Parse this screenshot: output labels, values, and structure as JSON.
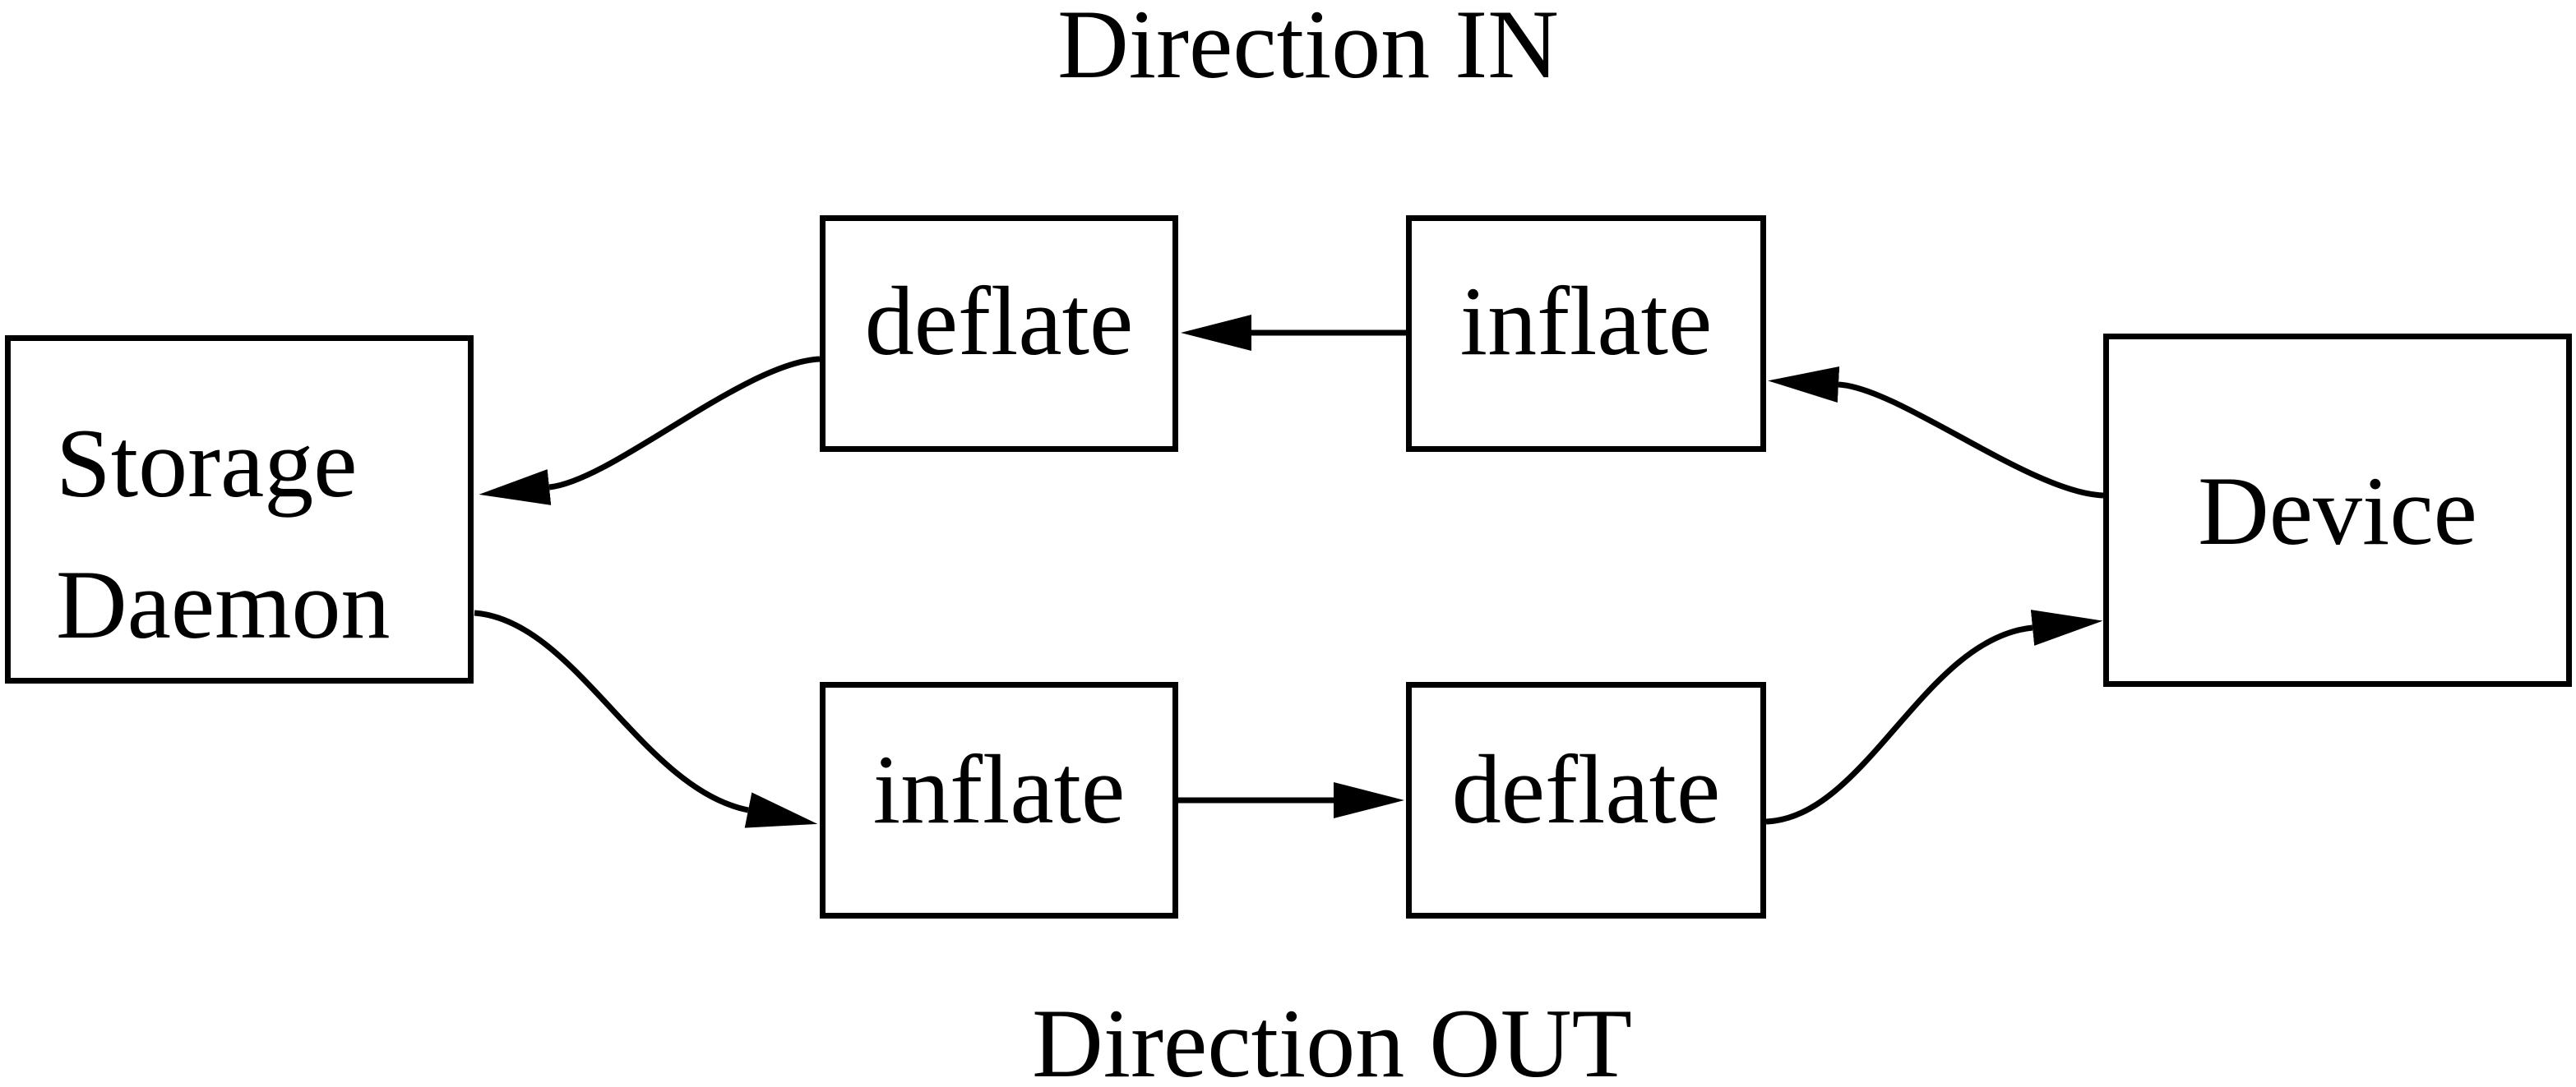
{
  "diagram": {
    "background_color": "#ffffff",
    "line_color": "#000000",
    "titles": {
      "top": "Direction IN",
      "bottom": "Direction OUT"
    },
    "nodes": {
      "storage_daemon": {
        "label_line1": "Storage",
        "label_line2": "Daemon"
      },
      "deflate_in": {
        "label": "deflate"
      },
      "inflate_in": {
        "label": "inflate"
      },
      "device": {
        "label": "Device"
      },
      "inflate_out": {
        "label": "inflate"
      },
      "deflate_out": {
        "label": "deflate"
      }
    },
    "edges": [
      {
        "from": "device",
        "to": "inflate_in",
        "path": "Direction IN",
        "arrow_points": "left"
      },
      {
        "from": "inflate_in",
        "to": "deflate_in",
        "path": "Direction IN",
        "arrow_points": "left"
      },
      {
        "from": "deflate_in",
        "to": "storage_daemon",
        "path": "Direction IN",
        "arrow_points": "left"
      },
      {
        "from": "storage_daemon",
        "to": "inflate_out",
        "path": "Direction OUT",
        "arrow_points": "right"
      },
      {
        "from": "inflate_out",
        "to": "deflate_out",
        "path": "Direction OUT",
        "arrow_points": "right"
      },
      {
        "from": "deflate_out",
        "to": "device",
        "path": "Direction OUT",
        "arrow_points": "right"
      }
    ]
  }
}
